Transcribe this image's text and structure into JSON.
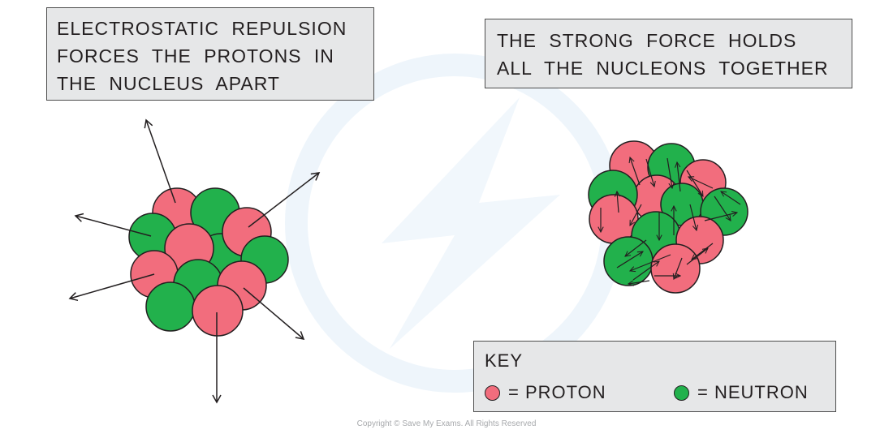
{
  "left_caption": {
    "line1": "ELECTROSTATIC  REPULSION",
    "line2": "FORCES  THE  PROTONS  IN",
    "line3": "THE  NUCLEUS  APART"
  },
  "right_caption": {
    "line1": "THE  STRONG  FORCE  HOLDS",
    "line2": "ALL  THE  NUCLEONS  TOGETHER"
  },
  "key": {
    "title": "KEY",
    "proton_label": "= PROTON",
    "neutron_label": "= NEUTRON"
  },
  "colors": {
    "proton": "#f26d7d",
    "neutron": "#22b14c",
    "outline": "#231f20",
    "box_fill": "#e6e7e8"
  },
  "copyright": "Copyright © Save My Exams. All Rights Reserved"
}
